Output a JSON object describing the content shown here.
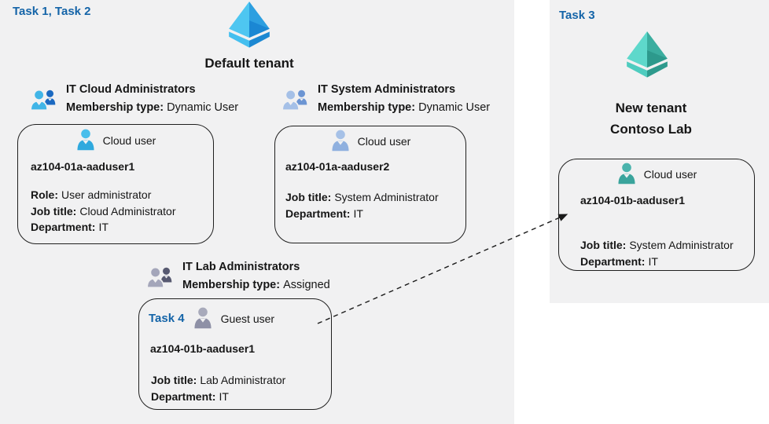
{
  "left": {
    "task_label": "Task 1, Task 2",
    "tenant_name": "Default tenant",
    "groups": [
      {
        "name": "IT Cloud Administrators",
        "membership_label": "Membership type:",
        "membership_value": "Dynamic User"
      },
      {
        "name": "IT System Administrators",
        "membership_label": "Membership type:",
        "membership_value": "Dynamic User"
      },
      {
        "name": "IT Lab Administrators",
        "membership_label": "Membership type:",
        "membership_value": "Assigned"
      }
    ],
    "cards": [
      {
        "user_type": "Cloud user",
        "name": "az104-01a-aaduser1",
        "fields": [
          {
            "label": "Role:",
            "value": "User administrator"
          },
          {
            "label": "Job title:",
            "value": "Cloud Administrator"
          },
          {
            "label": "Department:",
            "value": "IT"
          }
        ]
      },
      {
        "user_type": "Cloud user",
        "name": "az104-01a-aaduser2",
        "fields": [
          {
            "label": "Job title:",
            "value": "System Administrator"
          },
          {
            "label": "Department:",
            "value": "IT"
          }
        ]
      },
      {
        "task_label": "Task 4",
        "user_type": "Guest user",
        "name": "az104-01b-aaduser1",
        "fields": [
          {
            "label": "Job title:",
            "value": "Lab Administrator"
          },
          {
            "label": "Department:",
            "value": "IT"
          }
        ]
      }
    ]
  },
  "right": {
    "task_label": "Task 3",
    "tenant_name_line1": "New tenant",
    "tenant_name_line2": "Contoso Lab",
    "card": {
      "user_type": "Cloud user",
      "name": "az104-01b-aaduser1",
      "fields": [
        {
          "label": "Job title:",
          "value": "System Administrator"
        },
        {
          "label": "Department:",
          "value": "IT"
        }
      ]
    }
  },
  "icons": {
    "default_tenant": "azure-ad-tenant-icon",
    "new_tenant": "azure-ad-tenant-icon-teal",
    "groups": "user-group-icon",
    "users": "user-icon",
    "connector": "dashed-invite-arrow"
  },
  "colors": {
    "panel_bg": "#F1F1F2",
    "task_blue": "#1464A8",
    "text_color": "#161616",
    "box_border": "#1F1F1F",
    "arrow_color": "#1A1A1A",
    "tenant_blue_left": "#4EC6F1",
    "tenant_blue_right": "#2D9FE0",
    "tenant_blue_deep": "#1B87D3",
    "tenant_blue_base_left": "#44BFEF",
    "tenant_blue_base_right": "#1C88D2",
    "tenant_teal_left": "#5ED8CB",
    "tenant_teal_right": "#3BAD9F",
    "tenant_teal_deep": "#2D998C",
    "tenant_teal_base_left": "#4ECCBF",
    "tenant_teal_base_right": "#2E9A8D",
    "user_blue_head": "#49BEEB",
    "user_blue_body": "#2FA9DE",
    "user_steel_head": "#A6C1E7",
    "user_steel_body": "#8FB0DF",
    "user_gray_head": "#A8AABB",
    "user_gray_body": "#8E90A6",
    "user_teal_head": "#4AB3AC",
    "user_teal_body": "#3AA49C",
    "group1_front": "#41B5E7",
    "group1_back": "#1B69C1",
    "group2_front": "#A5C0E7",
    "group2_back": "#6C95D3",
    "group3_front": "#A4A6BA",
    "group3_back": "#575970"
  }
}
